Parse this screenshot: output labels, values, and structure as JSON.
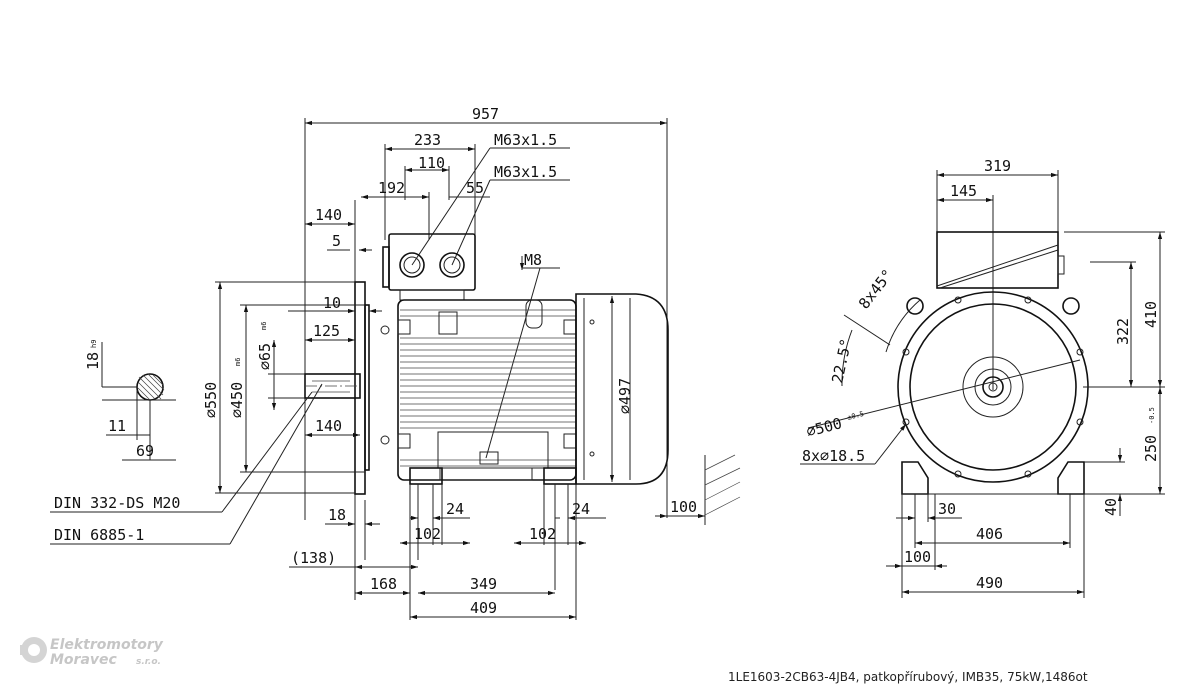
{
  "side_view": {
    "overall_length": "957",
    "terminal_box_width": "233",
    "cable_entry_1": "M63x1.5",
    "cable_entry_2": "M63x1.5",
    "terminal_box_offset": "192",
    "gland_spacing": "110",
    "gland_offset": "55",
    "flange_to_box": "140",
    "flange_spigot": "5",
    "spigot_depth": "10",
    "shaft_length": "125",
    "shaft_diameter": "⌀65",
    "shaft_fit": "m6",
    "spigot_diameter": "⌀450",
    "spigot_fit": "m6",
    "flange_diameter": "⌀550",
    "frame_diameter": "⌀497",
    "key_length": "140",
    "earth_thread": "M8",
    "flange_thickness": "18",
    "foot_width_left": "24",
    "foot_width_right": "24",
    "foot_pad_left": "102",
    "foot_pad_right": "102",
    "fan_clearance": "100",
    "flange_to_foot": "(138)",
    "flange_to_first_foot": "168",
    "foot_spacing": "349",
    "foot_overall": "409",
    "centre_hole_label": "DIN 332-DS M20",
    "key_standard_label": "DIN 6885-1"
  },
  "shaft_section": {
    "key_depth": "18",
    "key_depth_fit": "h9",
    "key_width": "11",
    "shaft_height": "69"
  },
  "front_view": {
    "box_width": "319",
    "box_offset": "145",
    "height_to_box": "410",
    "box_height": "322",
    "shaft_height": "250",
    "shaft_height_tol": "-0.5",
    "foot_height": "40",
    "chamfer_angle": "8x45°",
    "hole_angle": "22.5°",
    "pcd": "⌀500",
    "pcd_tol": "±0.5",
    "hole_pattern": "8x⌀18.5",
    "foot_hole_width": "30",
    "foot_pitch": "406",
    "foot_edge": "100",
    "base_width": "490"
  },
  "logo": {
    "line1": "Elektromotory",
    "line2": "Moravec",
    "suffix": "s.r.o."
  },
  "caption": "1LE1603-2CB63-4JB4, patkopřírubový, IMB35, 75kW,1486ot"
}
